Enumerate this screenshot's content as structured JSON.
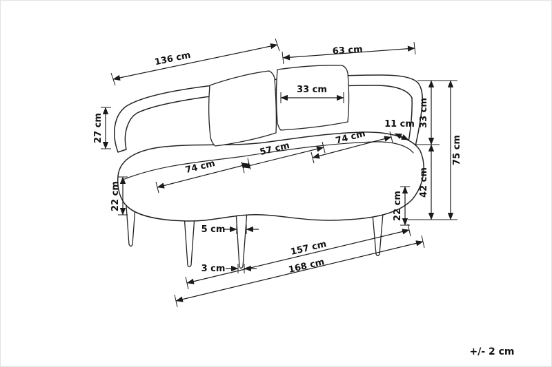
{
  "diagram": {
    "title": "chaise-lounge-dimension-drawing",
    "tolerance_note": "+/- 2 cm",
    "dimensions": {
      "back_width": "136 cm",
      "chaise_depth": "63 cm",
      "pillow_width": "33 cm",
      "backrest_height": "27 cm",
      "frame_thickness": "11 cm",
      "backrest_above_seat": "33 cm",
      "seat_height": "42 cm",
      "total_height": "75 cm",
      "seat_depth_right": "74 cm",
      "seat_width_middle": "57 cm",
      "seat_depth_left": "74 cm",
      "base_height_left": "22 cm",
      "base_height_right": "22 cm",
      "leg_width_top": "5 cm",
      "leg_width_bottom": "3 cm",
      "seat_length": "157 cm",
      "total_length": "168 cm"
    }
  }
}
